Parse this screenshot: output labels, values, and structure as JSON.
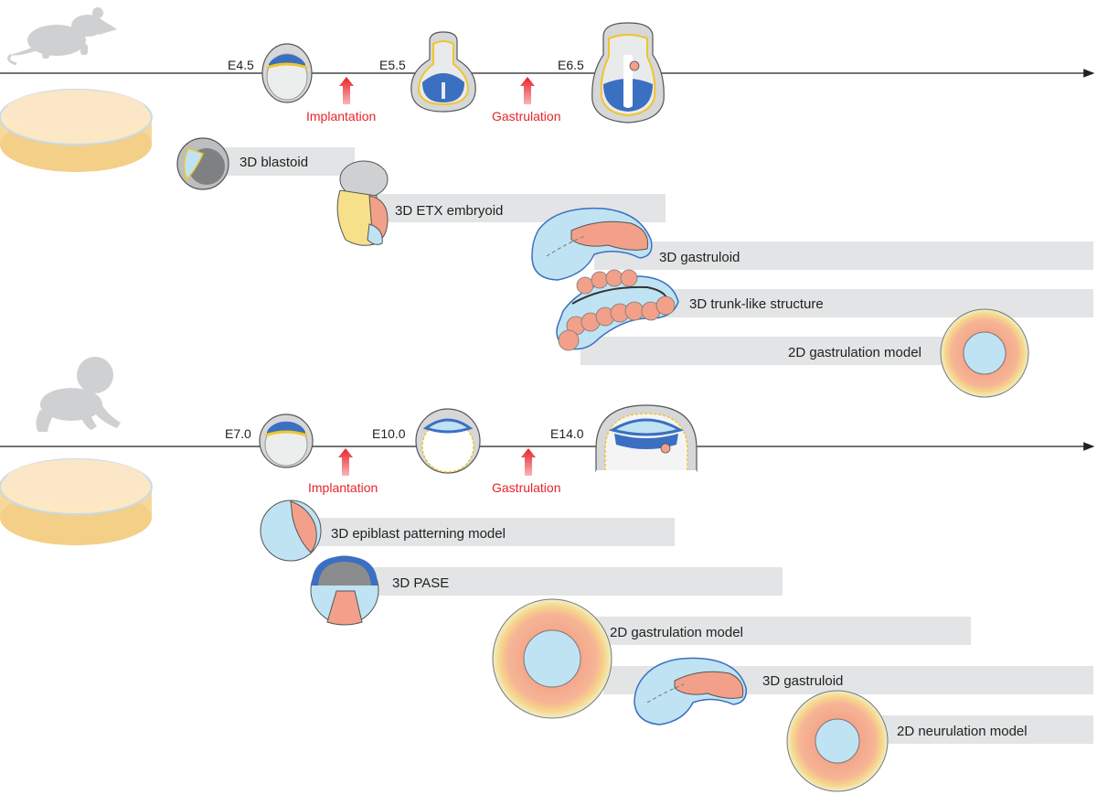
{
  "mouse": {
    "stages": [
      "E4.5",
      "E5.5",
      "E6.5"
    ],
    "events": [
      "Implantation",
      "Gastrulation"
    ],
    "models": [
      "3D blastoid",
      "3D ETX embryoid",
      "3D gastruloid",
      "3D trunk-like structure",
      "2D gastrulation model"
    ]
  },
  "human": {
    "stages": [
      "E7.0",
      "E10.0",
      "E14.0"
    ],
    "events": [
      "Implantation",
      "Gastrulation"
    ],
    "models": [
      "3D epiblast patterning model",
      "3D PASE",
      "2D gastrulation model",
      "3D gastruloid",
      "2D neurulation model"
    ]
  },
  "colors": {
    "bar": "#e3e4e5",
    "event": "#e8232a",
    "epiblast_blue": "#bfe3f3",
    "deep_blue": "#3b6fc1",
    "salmon": "#f2a08a",
    "yellow": "#f7e08a",
    "dish": "#fbe3b5",
    "silhouette": "#cfd0d1"
  }
}
